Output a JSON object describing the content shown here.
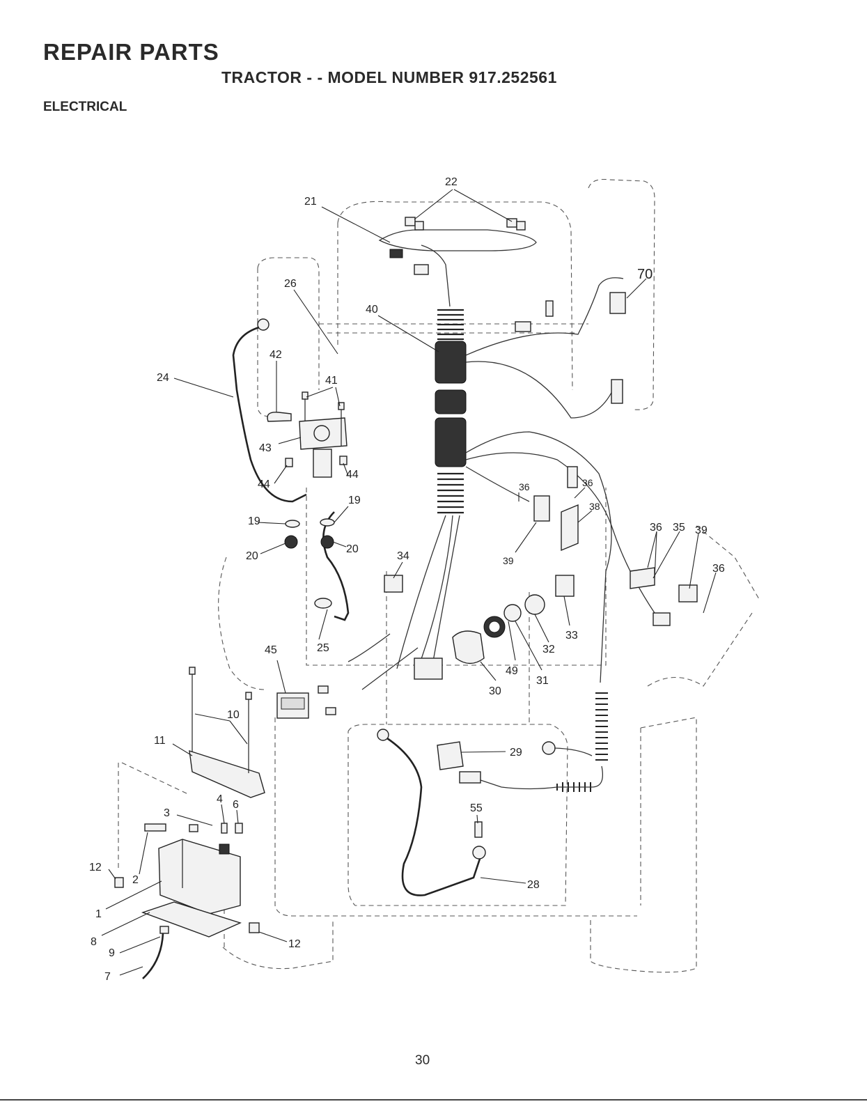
{
  "header": {
    "title": "REPAIR PARTS",
    "model_line": "TRACTOR - - MODEL NUMBER 917.252561",
    "section": "ELECTRICAL"
  },
  "callouts": {
    "c22": "22",
    "c21": "21",
    "c70": "70",
    "c26": "26",
    "c40": "40",
    "c42": "42",
    "c24": "24",
    "c41": "41",
    "c43": "43",
    "c44a": "44",
    "c44b": "44",
    "c19a": "19",
    "c19b": "19",
    "c20a": "20",
    "c20b": "20",
    "c36a": "36",
    "c36b": "36",
    "c38": "38",
    "c36c": "36",
    "c35": "35",
    "c39a": "39",
    "c39b": "39",
    "c36d": "36",
    "c34": "34",
    "c33": "33",
    "c32": "32",
    "c49": "49",
    "c31": "31",
    "c30": "30",
    "c25": "25",
    "c45": "45",
    "c10": "10",
    "c11": "11",
    "c29": "29",
    "c55": "55",
    "c28": "28",
    "c3": "3",
    "c4": "4",
    "c6": "6",
    "c12a": "12",
    "c2": "2",
    "c1": "1",
    "c8": "8",
    "c9": "9",
    "c7": "7",
    "c12b": "12"
  },
  "footer": {
    "page_number": "30"
  }
}
